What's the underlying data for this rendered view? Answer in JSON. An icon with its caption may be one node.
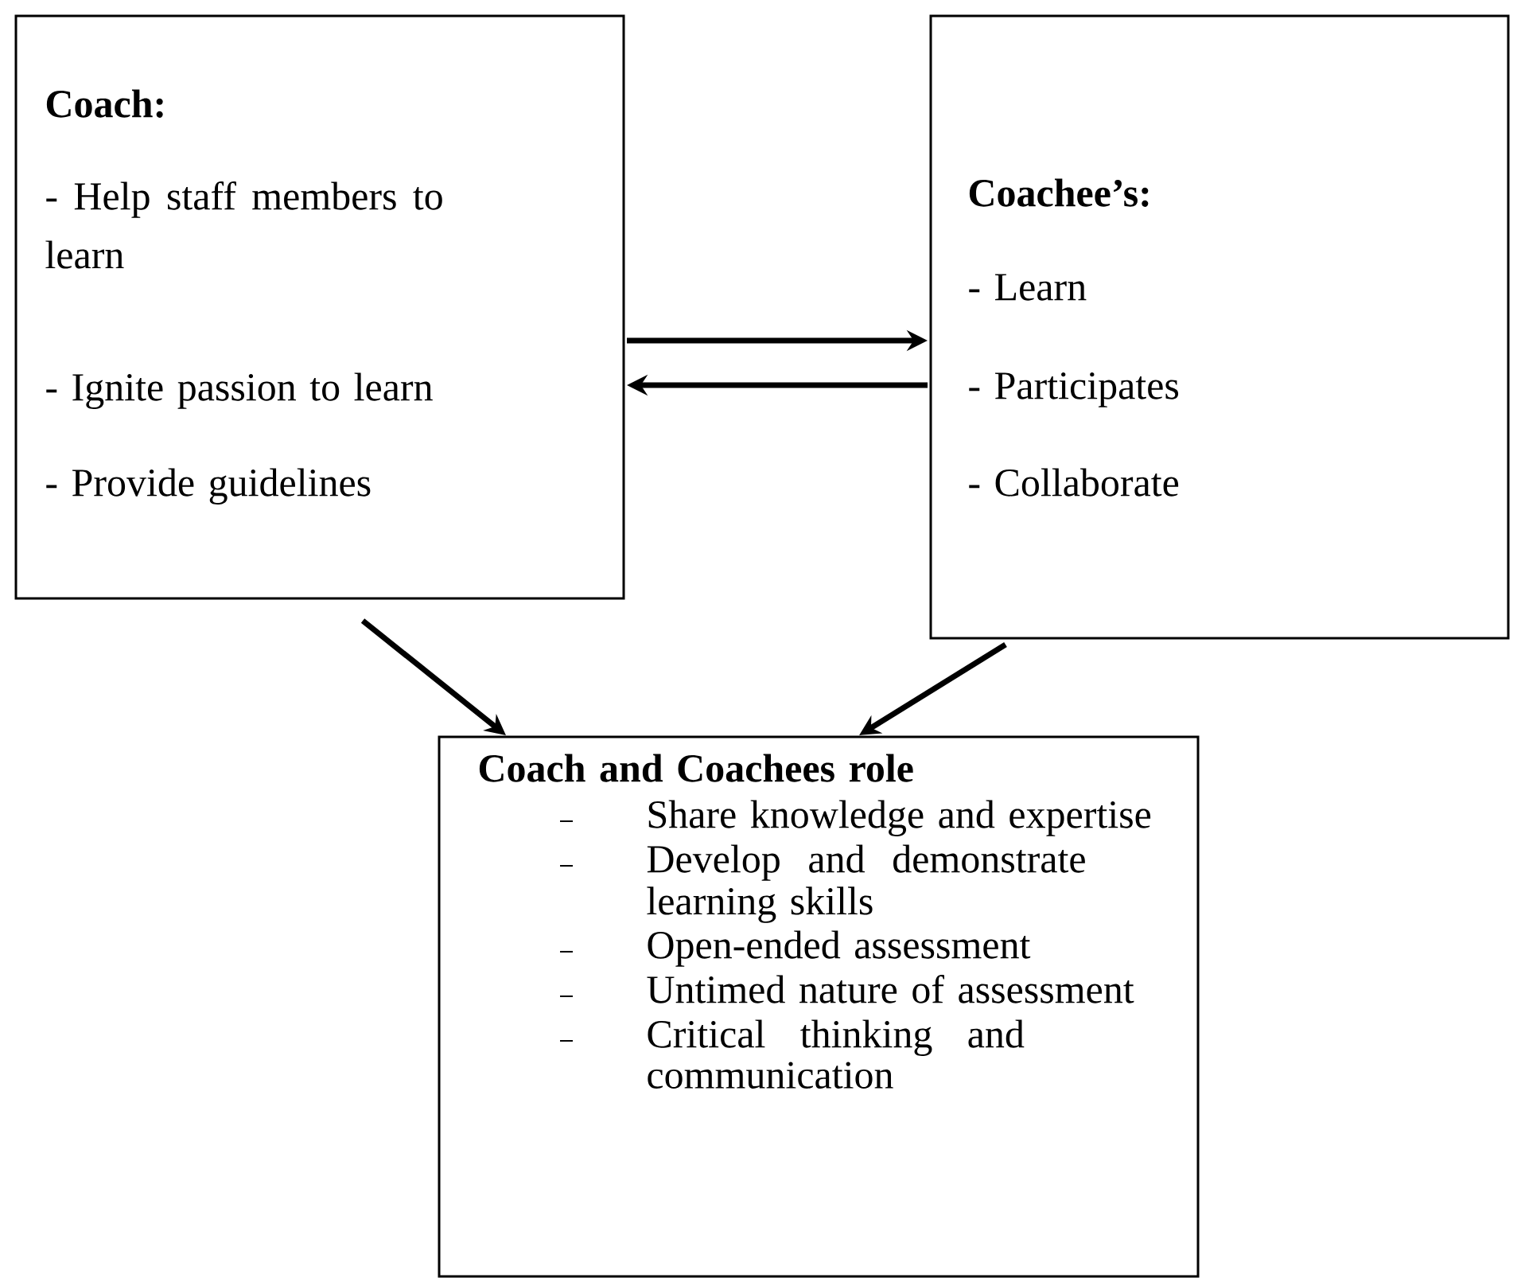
{
  "diagram": {
    "nodes": [
      {
        "text": [
          "Coach:",
          "- Help staff members to learn",
          "- Ignite passion to learn",
          "- Provide guidelines"
        ]
      },
      {
        "text": [
          "Coachee’s:",
          "- Learn",
          "- Participates",
          "- Collaborate"
        ]
      },
      {
        "text": [
          "Coach and Coachees role",
          "Share knowledge and expertise",
          "Develop and demonstrate learning skills",
          "Open-ended assessment",
          "Untimed nature of assessment",
          "Critical thinking and communication"
        ]
      }
    ],
    "edges": [
      {
        "from": 0,
        "to": 1,
        "arrow": "to"
      },
      {
        "from": 1,
        "to": 0,
        "arrow": "to"
      },
      {
        "from": 0,
        "to": 2,
        "arrow": "to"
      },
      {
        "from": 1,
        "to": 2,
        "arrow": "to"
      }
    ]
  }
}
